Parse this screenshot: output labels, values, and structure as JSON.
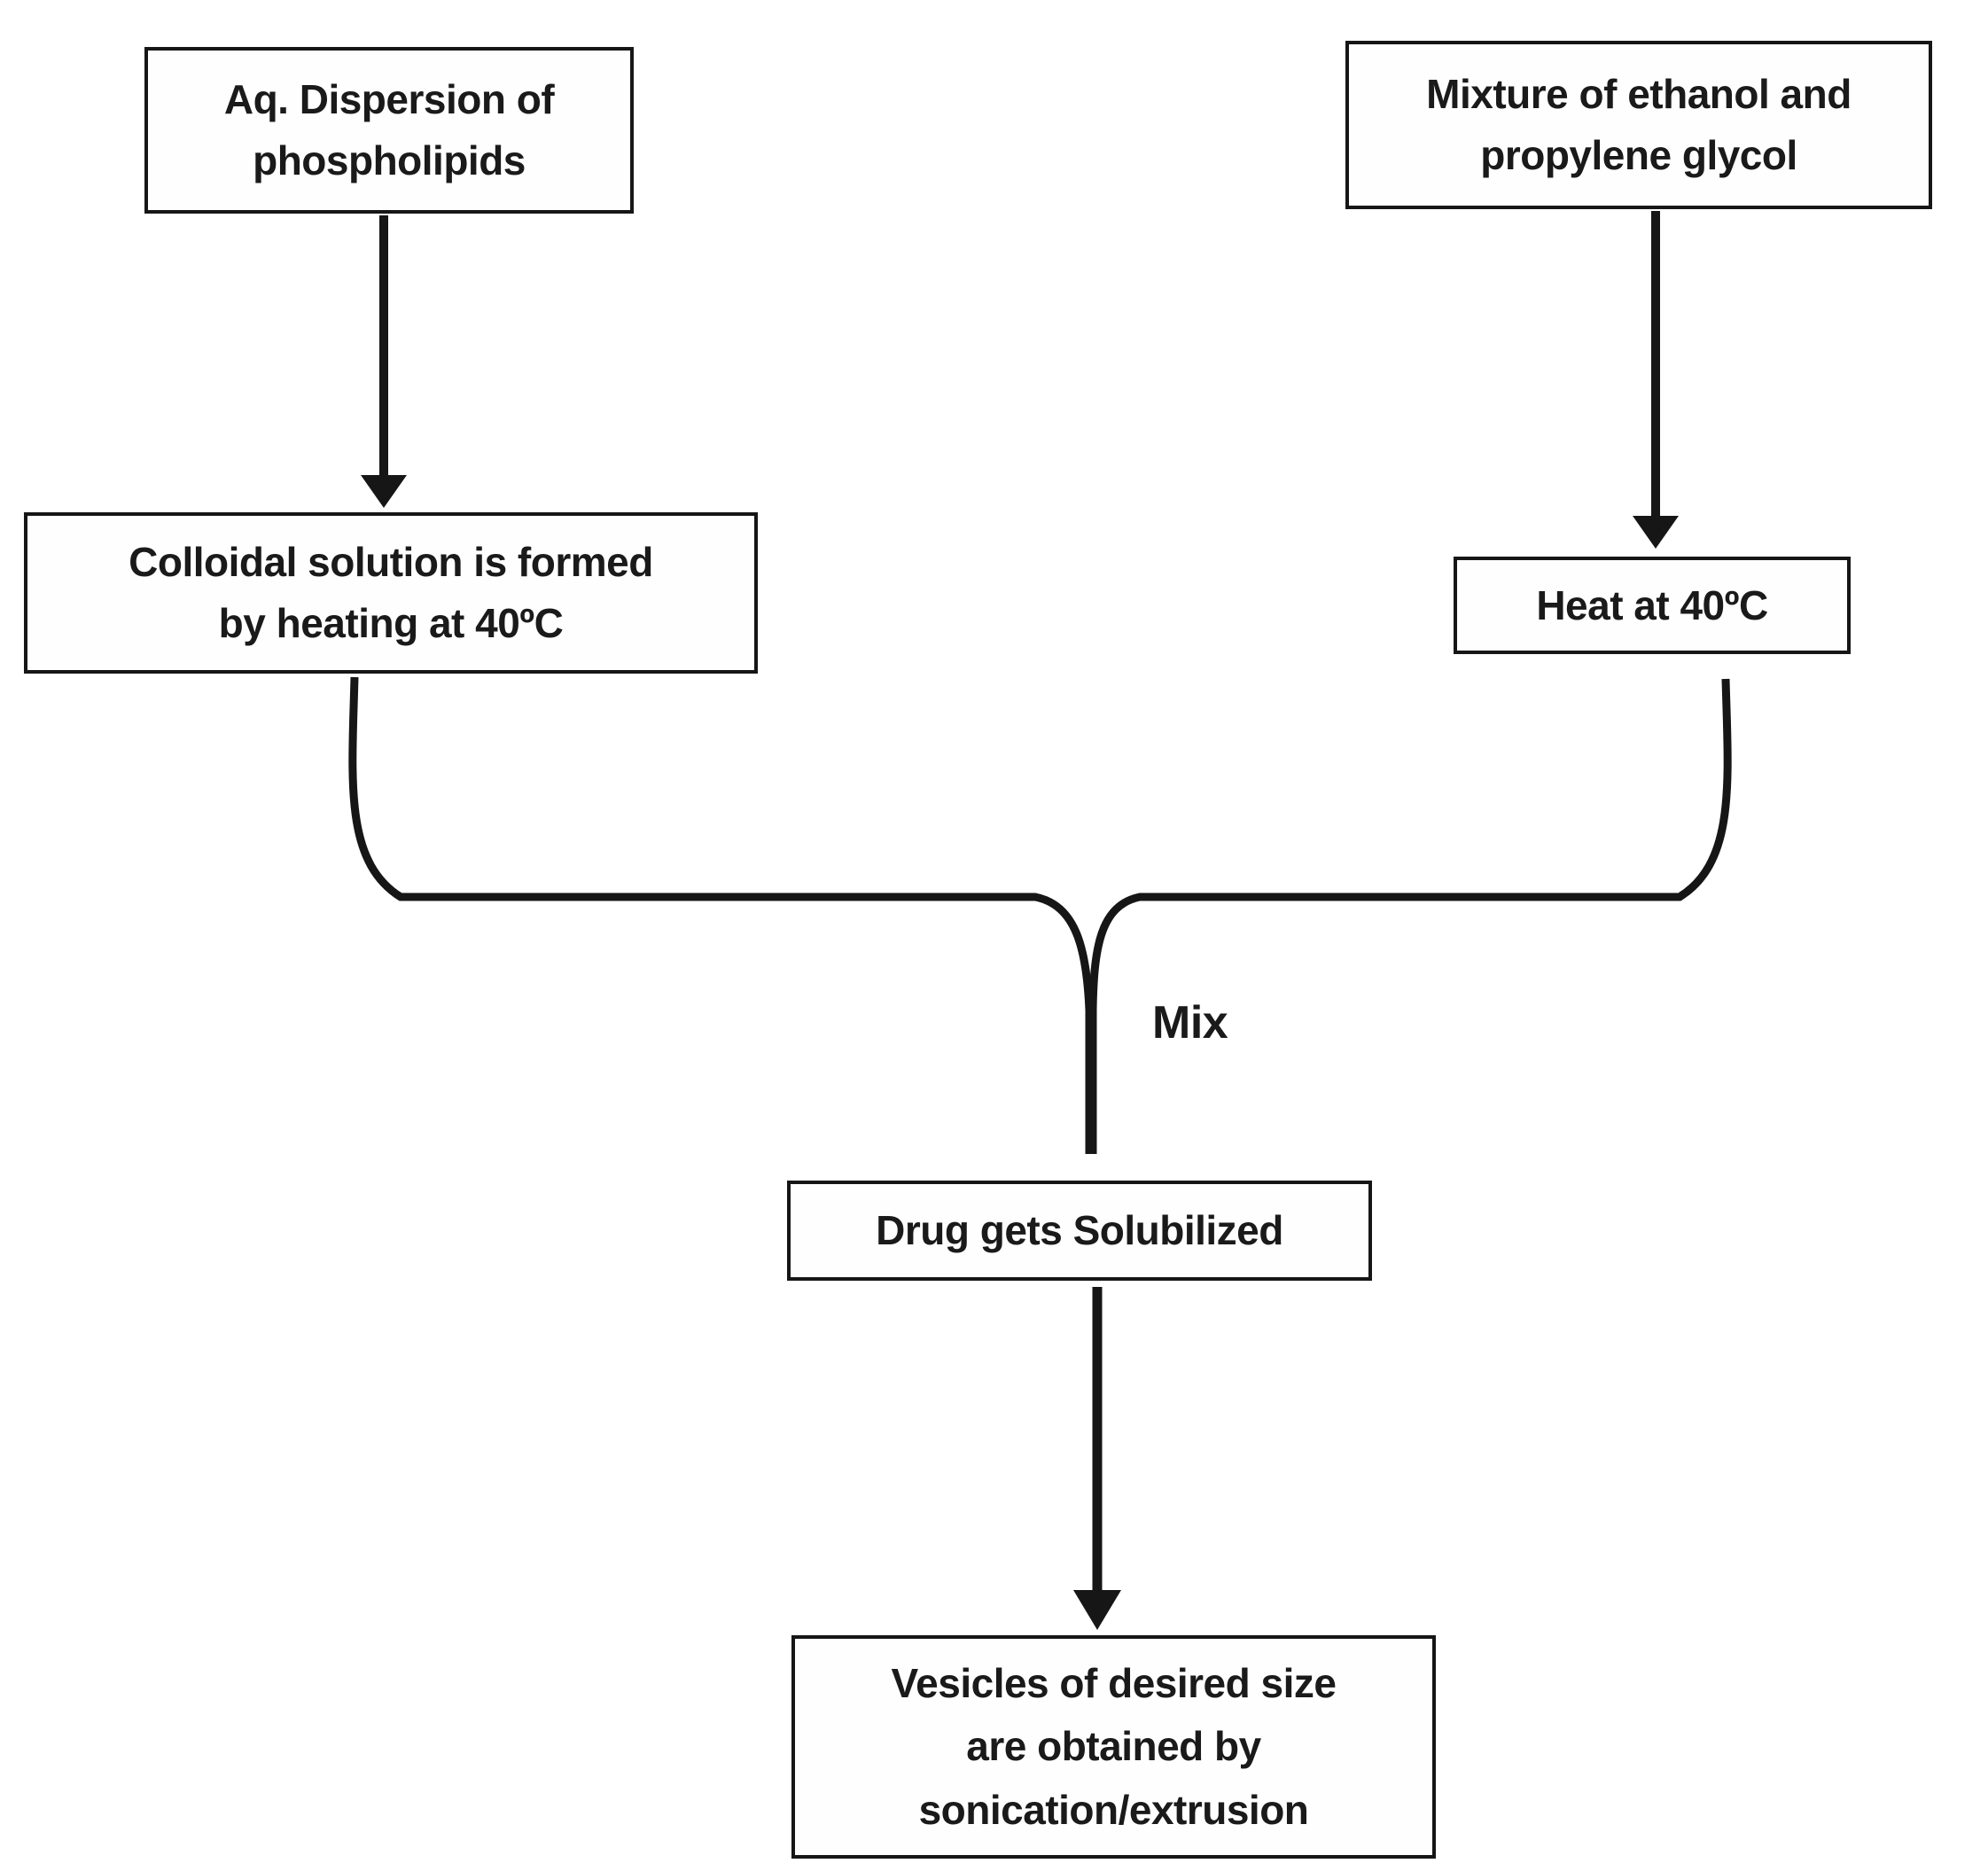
{
  "diagram": {
    "type": "flowchart",
    "background_color": "#ffffff",
    "line_color": "#161616",
    "text_color": "#1a1a1a",
    "box_fill": "#ffffff",
    "nodes": {
      "aq_dispersion": {
        "label": "Aq. Dispersion of\nphospholipids"
      },
      "mixture": {
        "label": "Mixture of ethanol and\npropylene glycol"
      },
      "colloidal": {
        "label": "Colloidal solution is formed\nby heating at 40ºC"
      },
      "heat": {
        "label": "Heat at 40ºC"
      },
      "drug": {
        "label": "Drug gets Solubilized"
      },
      "vesicles": {
        "label": "Vesicles of desired size\nare obtained by\nsonication/extrusion"
      }
    },
    "labels": {
      "mix": "Mix"
    },
    "edges": [
      {
        "from": "Aq. Dispersion of phospholipids",
        "to": "Colloidal solution is formed by heating at 40ºC",
        "style": "straight-arrow"
      },
      {
        "from": "Mixture of ethanol and propylene glycol",
        "to": "Heat at 40ºC",
        "style": "straight-arrow"
      },
      {
        "from": "Colloidal solution is formed by heating at 40ºC",
        "to": "Mix point",
        "style": "curved-merge"
      },
      {
        "from": "Heat at 40ºC",
        "to": "Mix point",
        "style": "curved-merge"
      },
      {
        "from": "Mix point",
        "to": "Drug gets Solubilized",
        "style": "tapered-line",
        "label": "Mix"
      },
      {
        "from": "Drug gets Solubilized",
        "to": "Vesicles of desired size are obtained by sonication/extrusion",
        "style": "straight-arrow"
      }
    ]
  }
}
